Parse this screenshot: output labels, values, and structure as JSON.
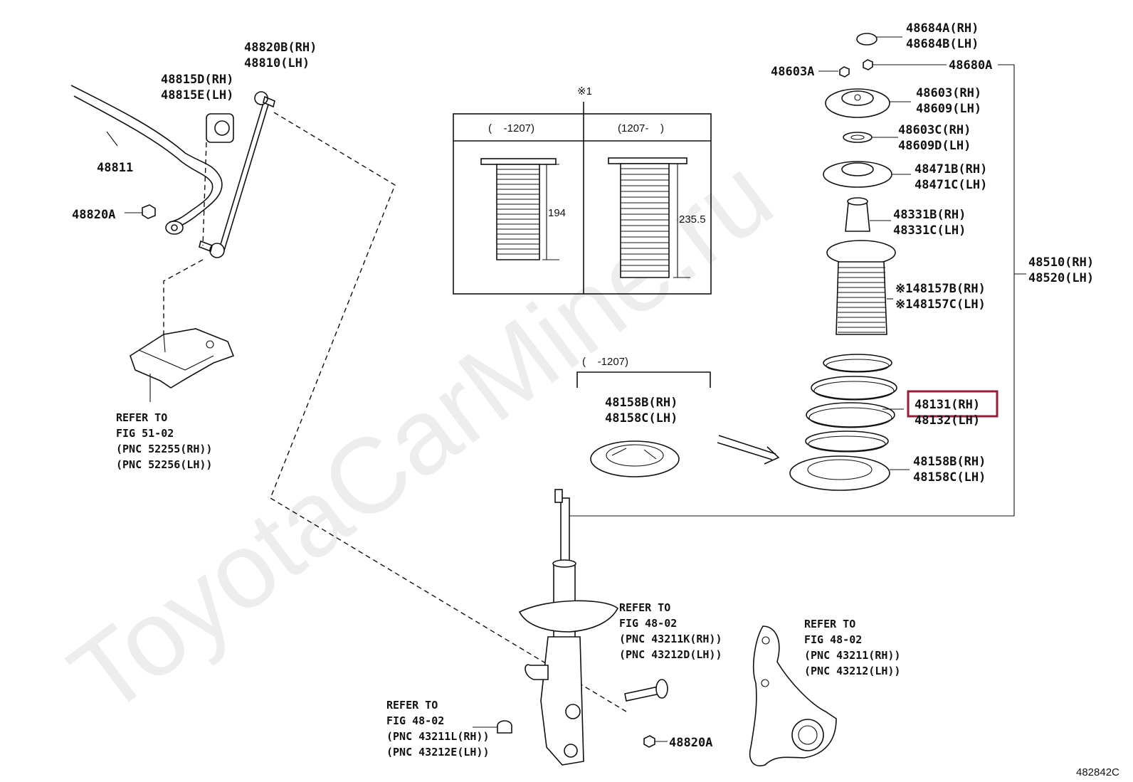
{
  "watermark": "ToyotaCarMine.ru",
  "figure_code": "482842C",
  "highlight_color": "#9b1b3a",
  "labels": {
    "p48684a": "48684A(RH)",
    "p48684b": "48684B(LH)",
    "p48603a_left": "48603A",
    "p48680a": "48680A",
    "p48603_rh": "48603(RH)",
    "p48609_lh": "48609(LH)",
    "p48603c_rh": "48603C(RH)",
    "p48609d_lh": "48609D(LH)",
    "p48471b_rh": "48471B(RH)",
    "p48471c_lh": "48471C(LH)",
    "p48331b_rh": "48331B(RH)",
    "p48331c_lh": "48331C(LH)",
    "p48510_rh": "48510(RH)",
    "p48520_lh": "48520(LH)",
    "p48157b_rh": "※148157B(RH)",
    "p48157c_lh": "※148157C(LH)",
    "p48131_rh": "48131(RH)",
    "p48132_lh": "48132(LH)",
    "p48158b_rh": "48158B(RH)",
    "p48158c_lh": "48158C(LH)",
    "p48158b_rh_mid": "48158B(RH)",
    "p48158c_lh_mid": "48158C(LH)",
    "p48820b_rh": "48820B(RH)",
    "p48810_lh": "48810(LH)",
    "p48815d_rh": "48815D(RH)",
    "p48815e_lh": "48815E(LH)",
    "p48811": "48811",
    "p48820a_left": "48820A",
    "p48820a_bottom": "48820A",
    "note_marker": "※1",
    "inset_col1": "(    -1207)",
    "inset_col2": "(1207-    )",
    "dim_194": "194",
    "dim_235": "235.5",
    "date_range_mid": "(    -1207)"
  },
  "references": {
    "ref_5102": [
      "REFER TO",
      "FIG 51-02",
      "(PNC 52255(RH))",
      "(PNC 52256(LH))"
    ],
    "ref_4802_a": [
      "REFER TO",
      "FIG 48-02",
      "(PNC 43211K(RH))",
      "(PNC 43212D(LH))"
    ],
    "ref_4802_b": [
      "REFER TO",
      "FIG 48-02",
      "(PNC 43211(RH))",
      "(PNC 43212(LH))"
    ],
    "ref_4802_c": [
      "REFER TO",
      "FIG 48-02",
      "(PNC 43211L(RH))",
      "(PNC 43212E(LH))"
    ]
  }
}
